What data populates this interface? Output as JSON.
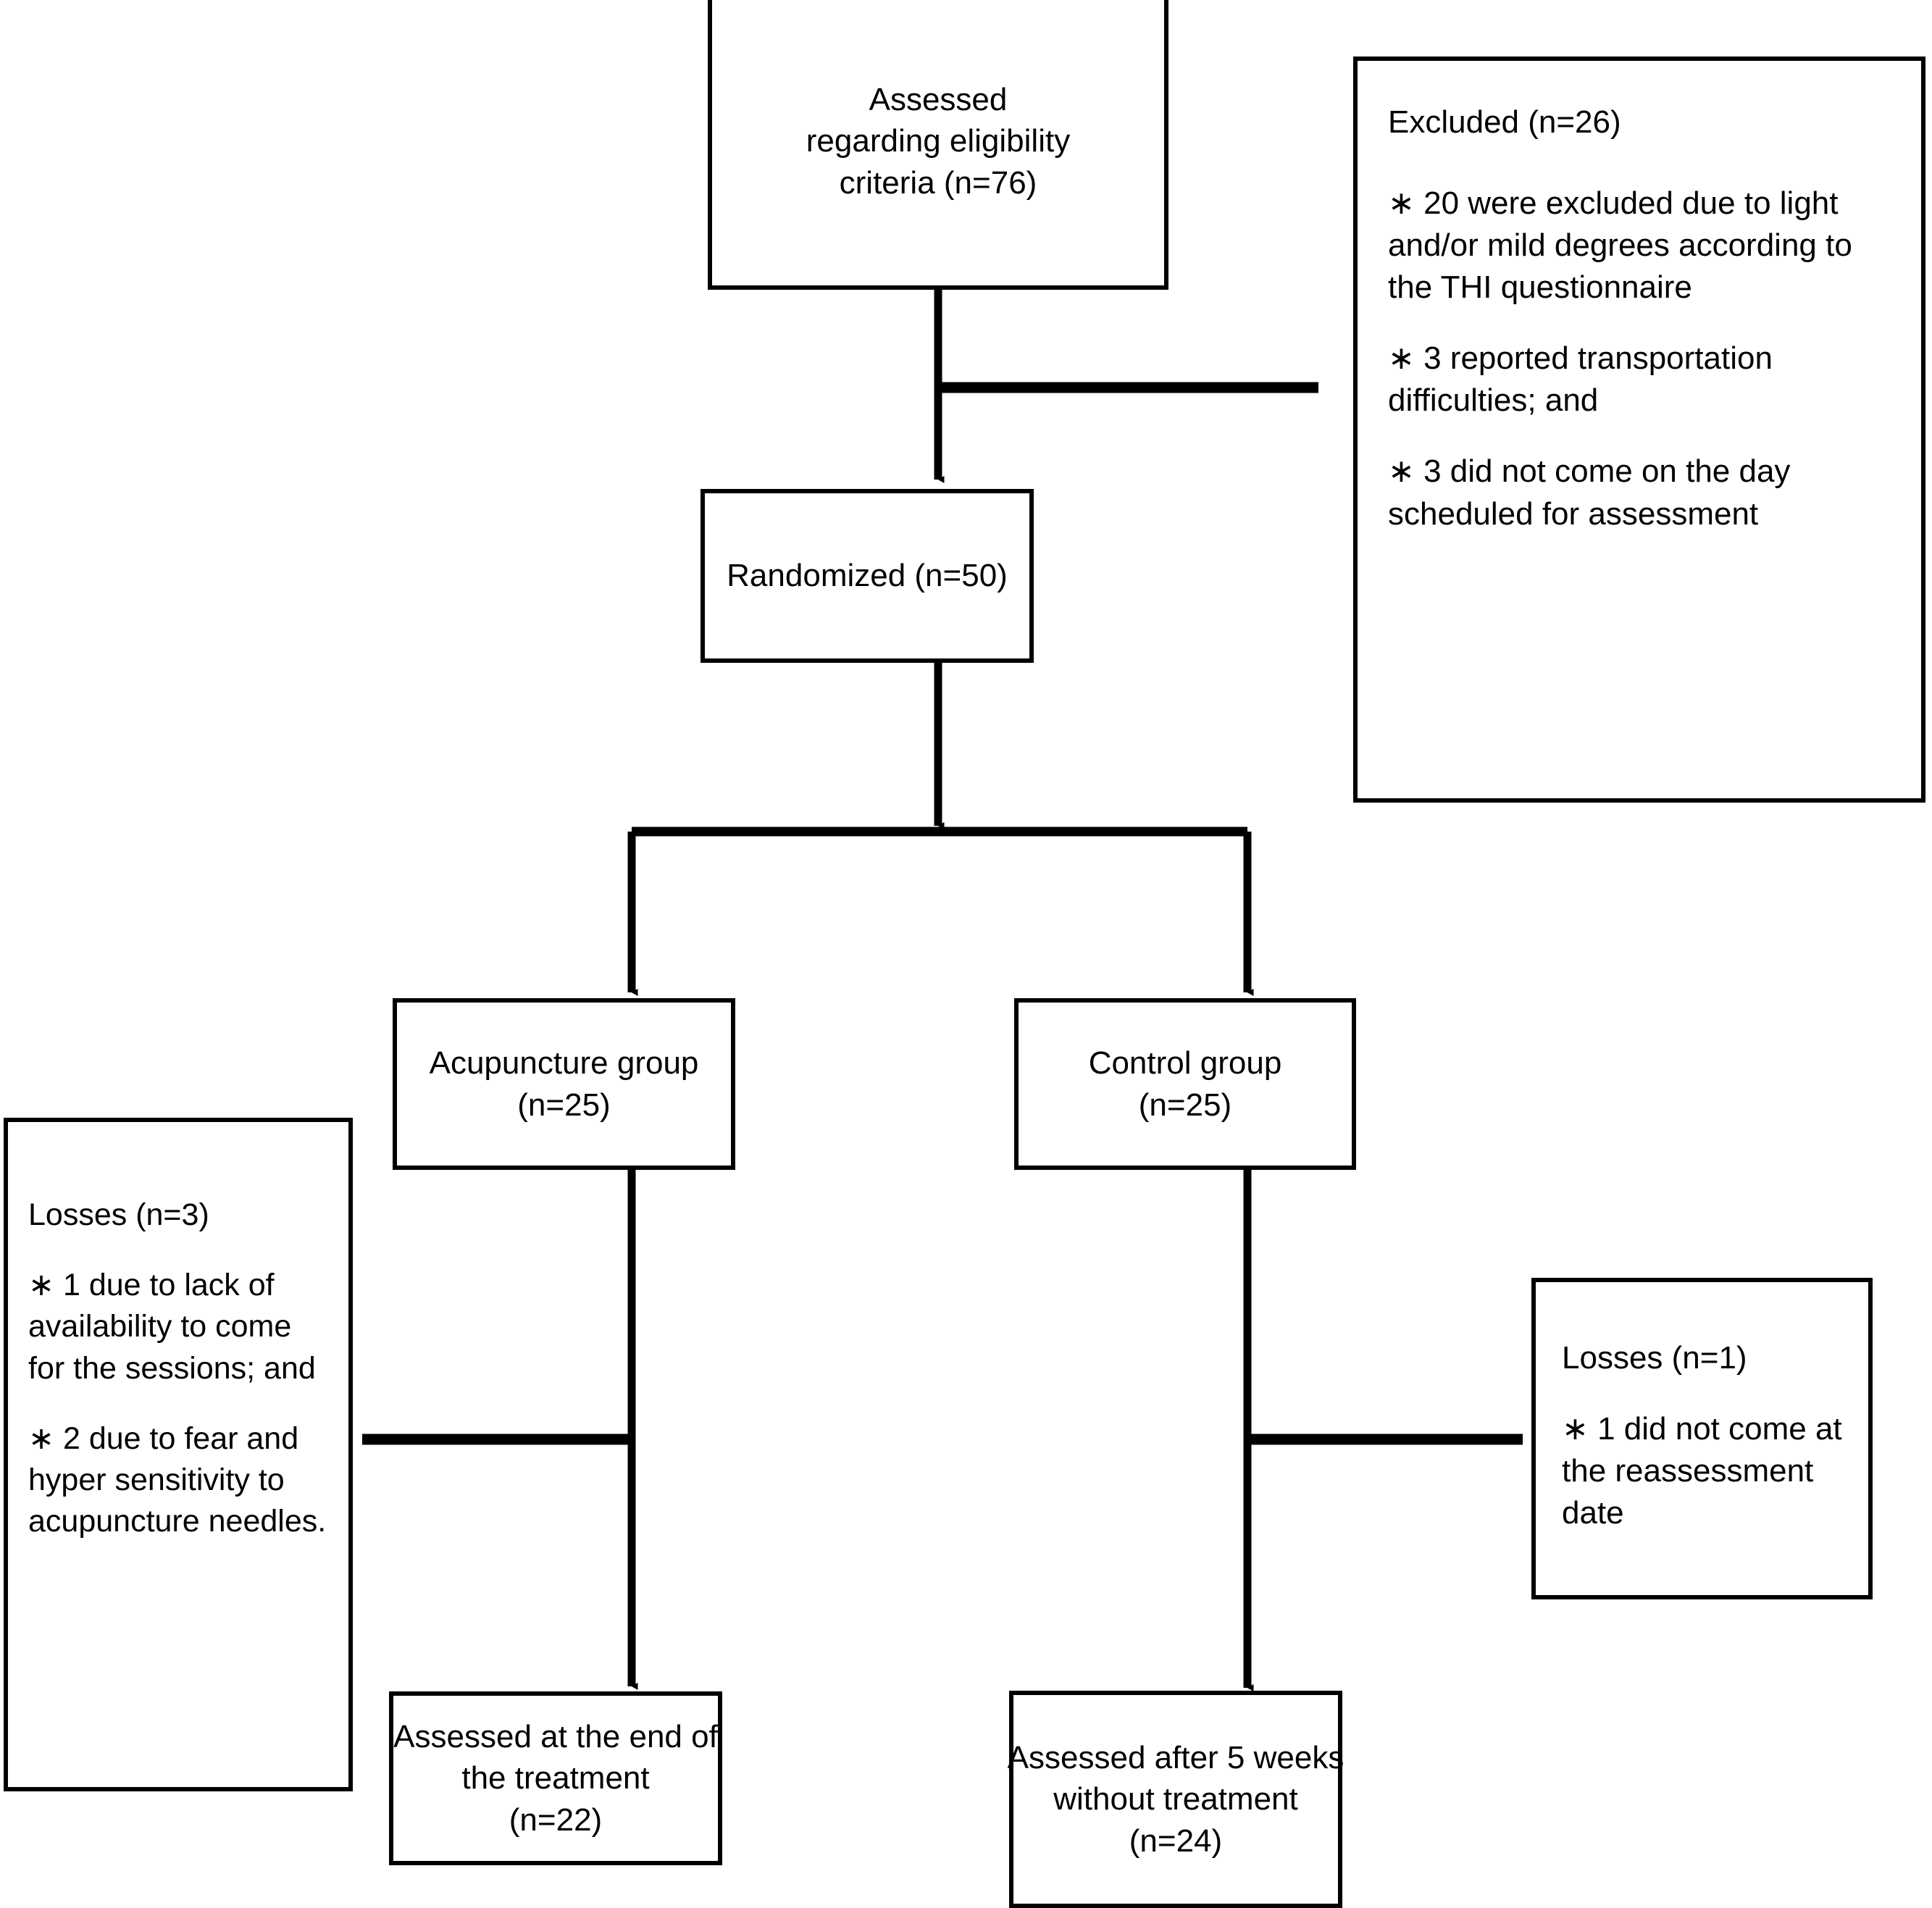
{
  "diagram": {
    "type": "consort-flow-diagram",
    "title": "Participant flow",
    "colors": {
      "stroke": "#000000",
      "background": "#ffffff",
      "text": "#000000"
    },
    "nodes": {
      "assessed_eligibility": {
        "lines": [
          "Assessed",
          "regarding eligibility",
          "criteria (n=76)"
        ]
      },
      "excluded": {
        "heading": "Excluded (n=26)",
        "items": [
          "∗ 20 were excluded due to light and/or mild degrees according to the THI questionnaire",
          "∗ 3 reported transportation difficulties; and",
          "∗ 3 did not come on the day scheduled for assessment"
        ]
      },
      "randomized": {
        "lines": [
          "Randomized (n=50)"
        ]
      },
      "acupuncture_group": {
        "lines": [
          "Acupuncture group",
          "(n=25)"
        ]
      },
      "control_group": {
        "lines": [
          "Control group",
          "(n=25)"
        ]
      },
      "losses_acupuncture": {
        "heading": "Losses (n=3)",
        "items": [
          "∗ 1 due to lack of availability to come for the sessions; and",
          "∗ 2 due to fear and hyper sensitivity to acupuncture needles."
        ]
      },
      "losses_control": {
        "heading": "Losses (n=1)",
        "items": [
          "∗ 1 did not come at the reassessment date"
        ]
      },
      "assessed_end_treatment": {
        "lines": [
          "Assessed at the end of",
          "the treatment",
          "(n=22)"
        ]
      },
      "assessed_after_5_weeks": {
        "lines": [
          "Assessed after 5 weeks",
          "without treatment",
          "(n=24)"
        ]
      }
    },
    "edges": [
      {
        "name": "assessed-to-randomized",
        "from": "assessed_eligibility",
        "to": "randomized",
        "direction": "down"
      },
      {
        "name": "assessed-to-excluded",
        "from": "assessed_eligibility",
        "to": "excluded",
        "direction": "right"
      },
      {
        "name": "randomized-to-acupuncture",
        "from": "randomized",
        "to": "acupuncture_group",
        "direction": "down-left"
      },
      {
        "name": "randomized-to-control",
        "from": "randomized",
        "to": "control_group",
        "direction": "down-right"
      },
      {
        "name": "acupuncture-to-losses",
        "from": "acupuncture_group",
        "to": "losses_acupuncture",
        "direction": "left"
      },
      {
        "name": "acupuncture-to-assessed",
        "from": "acupuncture_group",
        "to": "assessed_end_treatment",
        "direction": "down"
      },
      {
        "name": "control-to-losses",
        "from": "control_group",
        "to": "losses_control",
        "direction": "right"
      },
      {
        "name": "control-to-assessed",
        "from": "control_group",
        "to": "assessed_after_5_weeks",
        "direction": "down"
      }
    ]
  }
}
